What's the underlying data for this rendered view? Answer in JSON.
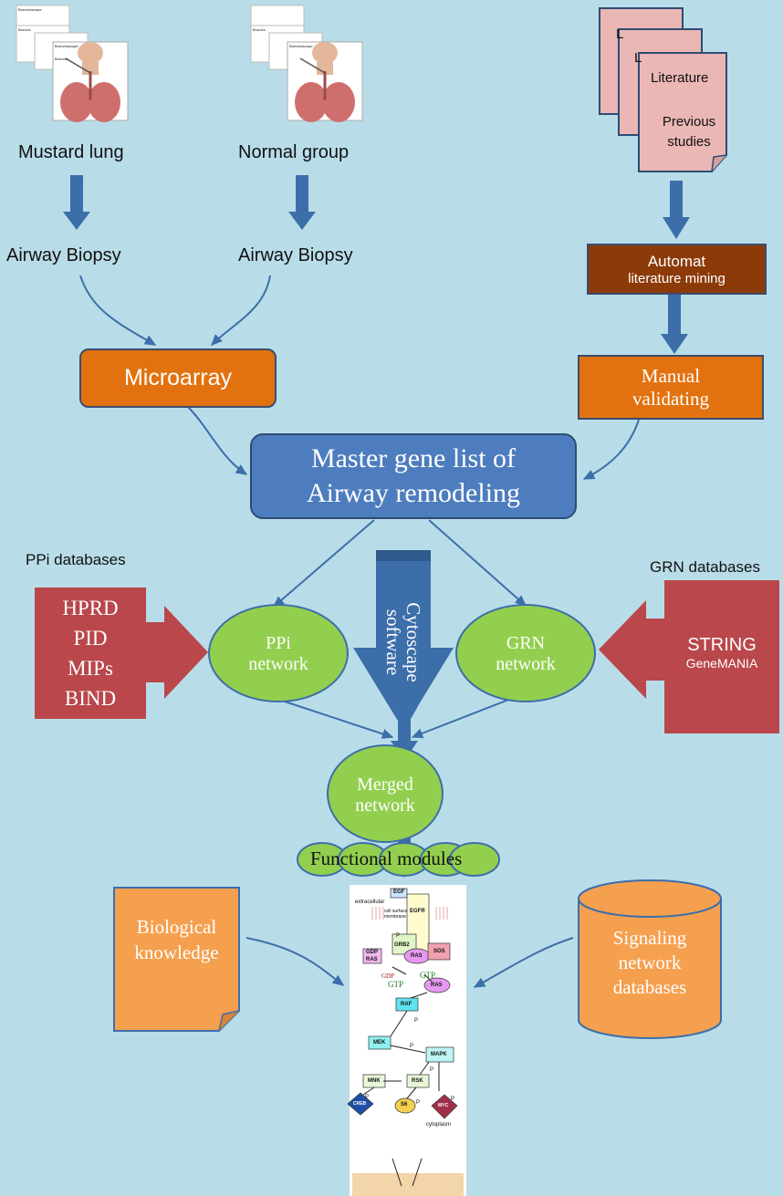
{
  "groups": [
    {
      "name": "Mustard lung",
      "step": "Airway Biopsy"
    },
    {
      "name": "Normal group",
      "step": "Airway Biopsy"
    }
  ],
  "lung_image_captions": [
    "Bronchoscope",
    "Bronchi",
    "Bronchoscope",
    "Bronchi",
    "Bronchoscope",
    "Bronchi"
  ],
  "literature": {
    "page_line1": "Literature",
    "page_line2": "Previous studies",
    "back_page_marks": [
      "L",
      "L"
    ]
  },
  "automat": {
    "line1": "Automat",
    "line2": "literature mining"
  },
  "manual": {
    "line1": "Manual",
    "line2": "validating"
  },
  "microarray": "Microarray",
  "master": {
    "line1": "Master gene list of",
    "line2": "Airway remodeling"
  },
  "ppi_databases": {
    "label": "PPi databases",
    "items": [
      "HPRD",
      "PID",
      "MIPs",
      "BIND"
    ]
  },
  "grn_databases": {
    "label": "GRN databases",
    "items": [
      "STRING",
      "GeneMANIA"
    ]
  },
  "ppi_network": {
    "line1": "PPi",
    "line2": "network"
  },
  "grn_network": {
    "line1": "GRN",
    "line2": "network"
  },
  "cytoscape": {
    "line1": "Cytoscape",
    "line2": "software"
  },
  "merged": {
    "line1": "Merged",
    "line2": "network"
  },
  "functional_modules": "Functional modules",
  "biological_knowledge": {
    "line1": "Biological",
    "line2": "knowledge"
  },
  "signaling_db": {
    "line1": "Signaling",
    "line2": "network",
    "line3": "databases"
  },
  "pathway": {
    "nodes": [
      "EGF",
      "EGFR",
      "GRB2",
      "SOS",
      "GDP",
      "RAS",
      "RAS",
      "RAS",
      "RAF",
      "MEK",
      "MAPK",
      "MNK",
      "RSK",
      "CREB",
      "S6",
      "MYC"
    ],
    "labels": [
      "extracellular",
      "cell surface membrane",
      "GDP",
      "GTP",
      "GTP",
      "P",
      "P",
      "P",
      "P",
      "P",
      "P",
      "P",
      "cytoplasm"
    ]
  },
  "colors": {
    "background": "#b9dde8",
    "arrow_blue": "#3c6eaa",
    "orange_box": "#e2720f",
    "dark_orange_box": "#8c3a08",
    "master_blue": "#4d7dbe",
    "db_red": "#b9474b",
    "network_green": "#92cf4f",
    "light_orange": "#f5a04f",
    "literature_pink": "#eab7b5"
  }
}
